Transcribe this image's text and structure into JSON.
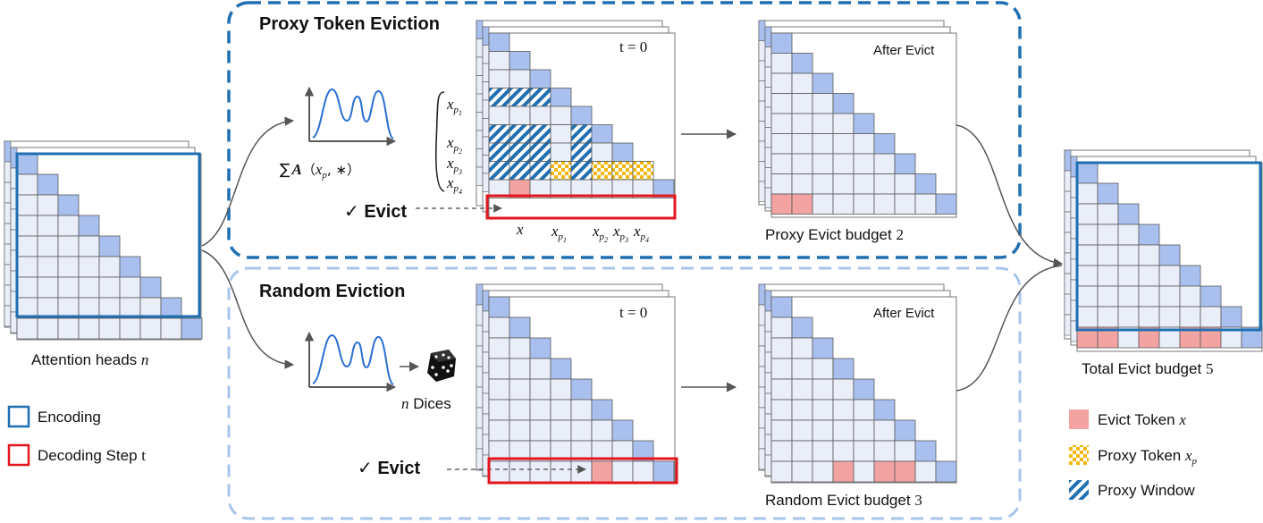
{
  "colors": {
    "cell_fill": "#e9eef9",
    "cell_border": "#5a5a5a",
    "diag_fill": "#a9c0ef",
    "evict_fill": "#f4a3a3",
    "proxy_window_stripe": "#1f6fb2",
    "proxy_token_check": "#f2b80f",
    "encoding_border": "#1f6fb2",
    "decoding_border": "#e3161d",
    "proxy_panel_border": "#1f6fb2",
    "random_panel_border": "#a9c4ea",
    "curve": "#2b6fd0"
  },
  "left": {
    "label": "Attention heads",
    "label_var": "n"
  },
  "proxy_panel": {
    "title": "Proxy Token Eviction",
    "sum_formula_prefix": "∑",
    "sum_formula_A": "A",
    "sum_formula_open": "（",
    "sum_formula_x": "x",
    "sum_formula_sub": "p",
    "sum_formula_rest": ", ∗）",
    "time_label": "t = 0",
    "evict_label": "Evict",
    "check_mark": "✓",
    "row_labels": [
      {
        "base": "x",
        "sub": "p",
        "subsub": "1"
      },
      {
        "base": "x",
        "sub": "p",
        "subsub": "2"
      },
      {
        "base": "x",
        "sub": "p",
        "subsub": "3"
      },
      {
        "base": "x",
        "sub": "p",
        "subsub": "4"
      }
    ],
    "col_labels": {
      "x": "x",
      "xp1": {
        "base": "x",
        "sub": "p",
        "subsub": "1"
      },
      "xp2": {
        "base": "x",
        "sub": "p",
        "subsub": "2"
      },
      "xp3": {
        "base": "x",
        "sub": "p",
        "subsub": "3"
      },
      "xp4": {
        "base": "x",
        "sub": "p",
        "subsub": "4"
      }
    },
    "after_label": "After Evict",
    "budget_label": "Proxy Evict budget",
    "budget_value": "2"
  },
  "random_panel": {
    "title": "Random Eviction",
    "dice_label": "Dices",
    "dice_var": "n",
    "time_label": "t = 0",
    "evict_label": "Evict",
    "check_mark": "✓",
    "after_label": "After Evict",
    "budget_label": "Random Evict budget",
    "budget_value": "3"
  },
  "right": {
    "budget_label": "Total Evict budget",
    "budget_value": "5"
  },
  "legend_left": [
    {
      "label": "Encoding",
      "suffix": ""
    },
    {
      "label": "Decoding Step",
      "suffix": "t"
    }
  ],
  "legend_right": [
    {
      "label": "Evict Token",
      "var": "x",
      "sub": ""
    },
    {
      "label": "Proxy Token",
      "var": "x",
      "sub": "p"
    },
    {
      "label": "Proxy Window",
      "var": "",
      "sub": ""
    }
  ]
}
